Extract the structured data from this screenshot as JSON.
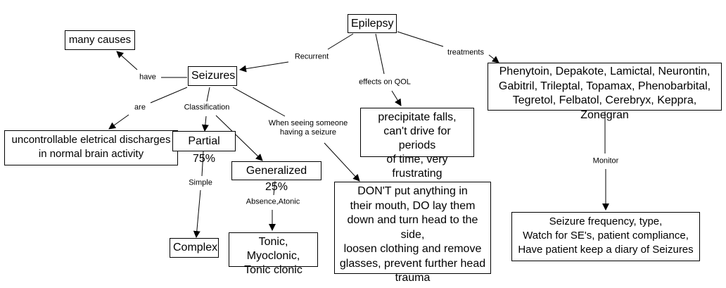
{
  "nodes": {
    "epilepsy": "Epilepsy",
    "many_causes": "many causes",
    "seizures": "Seizures",
    "uncontrollable": "uncontrollable eletrical discharges\nin normal brain activity",
    "partial": "Partial 75%",
    "generalized": "Generalized 25%",
    "complex": "Complex",
    "tonic": "Tonic, Myoclonic,\nTonic clonic",
    "qol_effects": "precipitate falls,\ncan't drive for periods\nof time, very frustrating",
    "first_aid": "DON'T put anything in\ntheir mouth, DO lay them\ndown and turn head to the side,\nloosen clothing and remove\nglasses, prevent further head\ntrauma",
    "treatments": "Phenytoin, Depakote, Lamictal, Neurontin,\nGabitril, Trileptal, Topamax, Phenobarbital,\nTegretol, Felbatol, Cerebryx, Keppra, Zonegran",
    "monitor": "Seizure frequency, type,\nWatch for SE's, patient compliance,\nHave patient keep a diary of Seizures"
  },
  "links": {
    "recurrent": "Recurrent",
    "have": "have",
    "are": "are",
    "classification": "Classification",
    "when_seeing": "When seeing someone\nhaving a seizure",
    "effects_on_qol": "effects on QOL",
    "treatments": "treatments",
    "simple": "Simple",
    "absence_atonic": "Absence,Atonic",
    "monitor": "Monitor"
  }
}
